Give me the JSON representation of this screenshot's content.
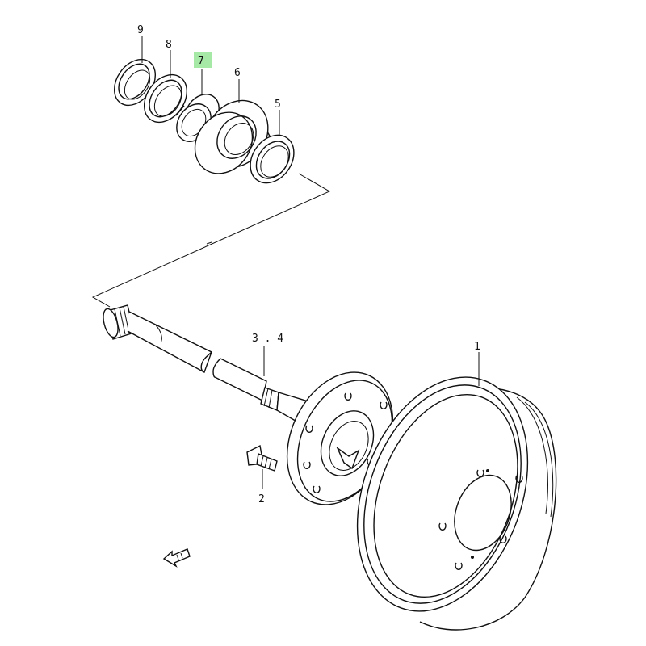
{
  "callouts": {
    "part_9": "9",
    "part_8": "8",
    "part_7": "7",
    "part_6": "6",
    "part_5": "5",
    "part_3_4": "3 . 4",
    "part_1": "1",
    "part_2": "2"
  },
  "highlight": {
    "part": "7",
    "color": "#a6e8a6"
  },
  "icons": {
    "direction_marker": "fwd-arrow-icon"
  }
}
